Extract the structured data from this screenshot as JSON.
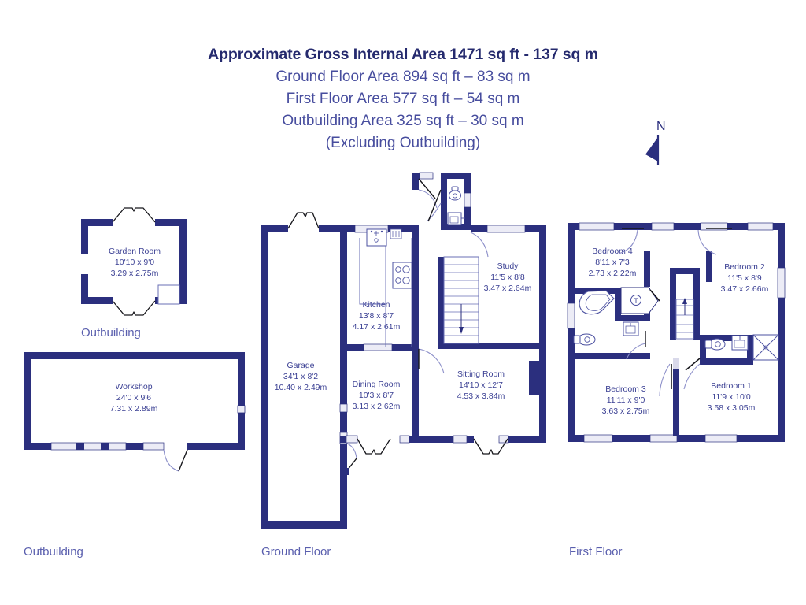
{
  "header": {
    "title": "Approximate Gross Internal Area 1471 sq ft - 137 sq m",
    "line1": "Ground Floor Area 894 sq ft – 83 sq m",
    "line2": "First Floor Area 577 sq ft – 54 sq m",
    "line3": "Outbuilding Area 325 sq ft – 30 sq m",
    "line4": "(Excluding Outbuilding)"
  },
  "compass": {
    "north_label": "N"
  },
  "floor_labels": {
    "outbuilding": "Outbuilding",
    "ground_floor": "Ground Floor",
    "first_floor": "First Floor",
    "outbuilding_mid": "Outbuilding"
  },
  "colors": {
    "wall": "#2b2f7e",
    "wall_dark": "#23276b",
    "text": "#3a3f93",
    "title": "#252a6e",
    "subtitle": "#474d9e",
    "background": "#ffffff",
    "fixture_line": "#5a5fae",
    "window_fill": "#ececf6"
  },
  "rooms": [
    {
      "key": "garden_room",
      "name": "Garden Room",
      "imperial": "10'10 x 9'0",
      "metric": "3.29 x 2.75m",
      "section": "outbuilding"
    },
    {
      "key": "workshop",
      "name": "Workshop",
      "imperial": "24'0 x 9'6",
      "metric": "7.31 x 2.89m",
      "section": "outbuilding"
    },
    {
      "key": "garage",
      "name": "Garage",
      "imperial": "34'1 x 8'2",
      "metric": "10.40 x 2.49m",
      "section": "ground"
    },
    {
      "key": "kitchen",
      "name": "Kitchen",
      "imperial": "13'8 x 8'7",
      "metric": "4.17 x 2.61m",
      "section": "ground"
    },
    {
      "key": "dining_room",
      "name": "Dining Room",
      "imperial": "10'3 x 8'7",
      "metric": "3.13 x 2.62m",
      "section": "ground"
    },
    {
      "key": "sitting_room",
      "name": "Sitting Room",
      "imperial": "14'10 x 12'7",
      "metric": "4.53 x 3.84m",
      "section": "ground"
    },
    {
      "key": "study",
      "name": "Study",
      "imperial": "11'5 x 8'8",
      "metric": "3.47 x 2.64m",
      "section": "ground"
    },
    {
      "key": "bedroom_4",
      "name": "Bedroom 4",
      "imperial": "8'11 x 7'3",
      "metric": "2.73 x 2.22m",
      "section": "first"
    },
    {
      "key": "bedroom_2",
      "name": "Bedroom 2",
      "imperial": "11'5 x 8'9",
      "metric": "3.47 x 2.66m",
      "section": "first"
    },
    {
      "key": "bedroom_3",
      "name": "Bedroom 3",
      "imperial": "11'11 x 9'0",
      "metric": "3.63 x 2.75m",
      "section": "first"
    },
    {
      "key": "bedroom_1",
      "name": "Bedroom 1",
      "imperial": "11'9 x 10'0",
      "metric": "3.58 x 3.05m",
      "section": "first"
    }
  ],
  "fixtures": {
    "tank_label": "T",
    "items": [
      "kitchen-sink",
      "kitchen-hob",
      "wc-toilet",
      "wc-basin",
      "bathroom-bathtub",
      "bathroom-basin",
      "bathroom-toilet",
      "airing-cupboard-tank",
      "ensuite-toilet",
      "ensuite-basin",
      "ensuite-shower",
      "ground-staircase",
      "first-floor-staircase"
    ]
  }
}
